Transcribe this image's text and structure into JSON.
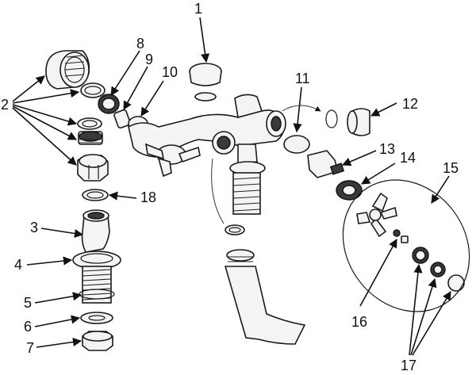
{
  "labels": {
    "l1": "1",
    "l2": "2",
    "l3": "3",
    "l4": "4",
    "l5": "5",
    "l6": "6",
    "l7": "7",
    "l8": "8",
    "l9": "9",
    "l10": "10",
    "l11": "11",
    "l12": "12",
    "l13": "13",
    "l14": "14",
    "l15": "15",
    "l16": "16",
    "l17": "17",
    "l18": "18"
  }
}
